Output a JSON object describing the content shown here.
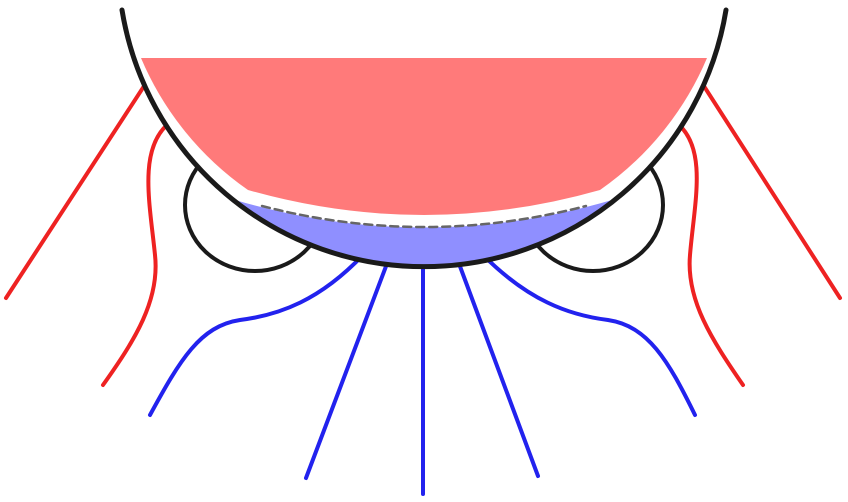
{
  "colors": {
    "background": "#ffffff",
    "outline": "#1a1a1a",
    "upper_fill": "#ff7a7a",
    "lower_fill": "#8f8fff",
    "upper_lines": "#ee2222",
    "lower_lines": "#2222ee",
    "boundary": "#666666"
  },
  "diagram": {
    "vessel": {
      "shape": "bowl",
      "outline_color_ref": "outline"
    },
    "upper_region": {
      "fill_color_ref": "upper_fill",
      "line_count": 4
    },
    "lower_region": {
      "fill_color_ref": "lower_fill",
      "line_count": 5
    },
    "interface": {
      "style": "dashed"
    },
    "side_lobes": {
      "count": 2
    }
  }
}
